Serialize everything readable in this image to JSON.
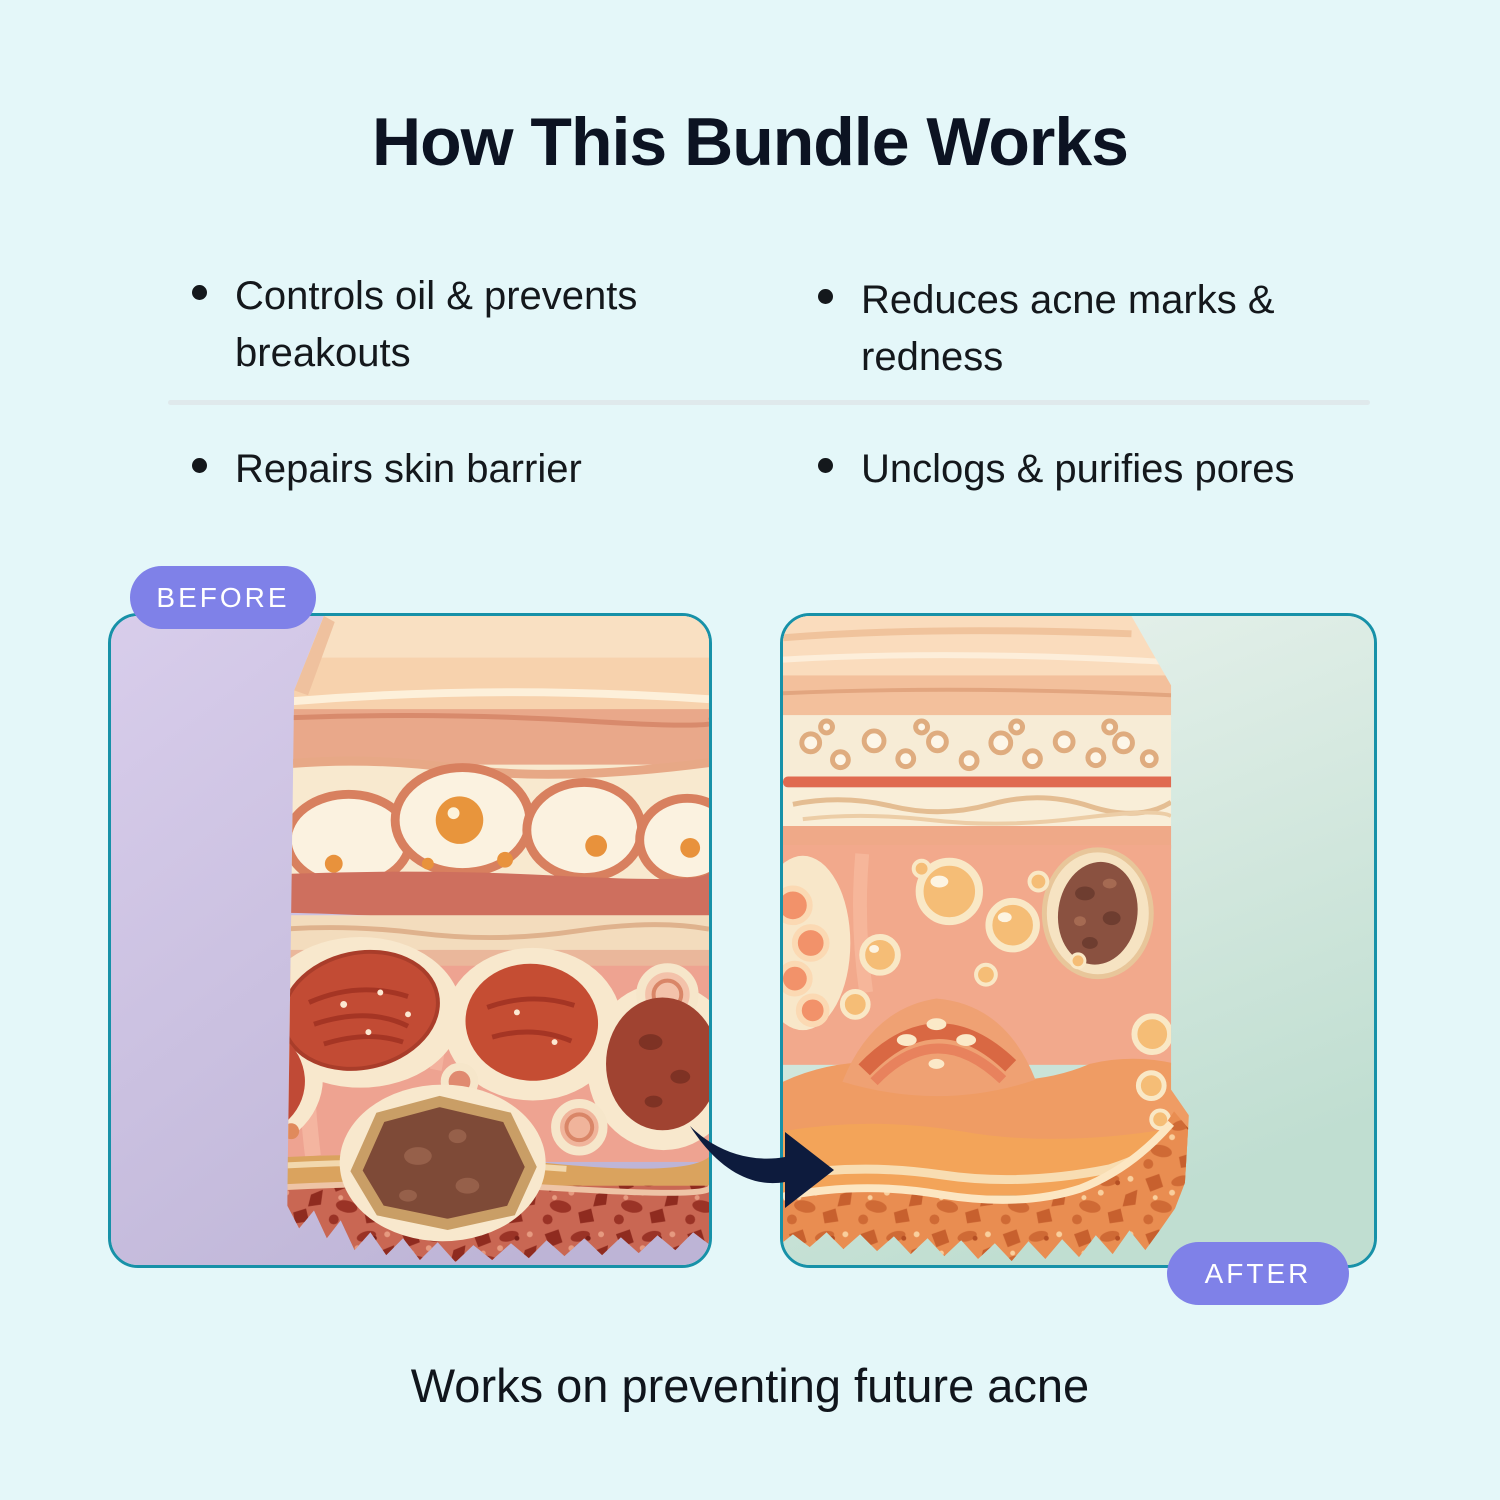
{
  "title": "How This Bundle Works",
  "benefits": [
    {
      "label": "Controls oil & prevents breakouts"
    },
    {
      "label": "Reduces acne marks & redness"
    },
    {
      "label": "Repairs skin barrier"
    },
    {
      "label": "Unclogs & purifies pores"
    }
  ],
  "comparison": {
    "before_label": "BEFORE",
    "after_label": "AFTER"
  },
  "caption": "Works on preventing future acne",
  "colors": {
    "page_background": "#e4f7f9",
    "badge": "#7f81e8",
    "card_border": "#1791a8",
    "arrow": "#0d1b3d",
    "text": "#0c1322",
    "divider": "#dfe9ec",
    "before_card_background": "#cec3e6",
    "after_card_background": "#d9ece2"
  }
}
